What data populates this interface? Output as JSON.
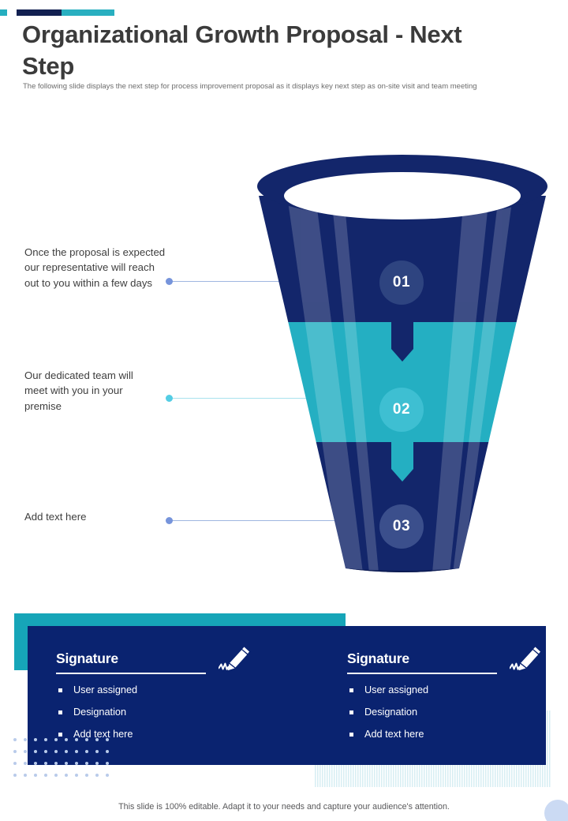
{
  "accent_colors": {
    "teal_square": "#25AEBF",
    "navy_bar": "#122051",
    "teal_bar": "#29AFC0",
    "panel_navy": "#0A2370",
    "funnel_navy": "#13266B",
    "funnel_teal": "#24AFC2",
    "dot_blue": "#7694DB",
    "dot_cyan": "#54CDE4"
  },
  "header": {
    "title": "Organizational Growth Proposal - Next Step",
    "subtitle": "The following slide displays the next step for process improvement proposal as it displays key next step as on-site visit and team meeting"
  },
  "diagram": {
    "type": "funnel",
    "orientation": "vertical-3-stage",
    "stages": [
      {
        "number": "01",
        "label": "Once the proposal is expected our representative will reach out to you within a few days",
        "color": "#13266B",
        "circle_color": "#2E4480"
      },
      {
        "number": "02",
        "label": "Our dedicated team will meet with you in your premise",
        "color": "#24AFC2",
        "circle_color": "#3EBFD2"
      },
      {
        "number": "03",
        "label": "Add text here",
        "color": "#13266B",
        "circle_color": "#3B4F8C"
      }
    ]
  },
  "signatures": [
    {
      "heading": "Signature",
      "icon": "pencil-signature-icon",
      "items": [
        "User assigned",
        "Designation",
        "Add text here"
      ]
    },
    {
      "heading": "Signature",
      "icon": "pencil-signature-icon",
      "items": [
        "User assigned",
        "Designation",
        "Add text here"
      ]
    }
  ],
  "footer": {
    "note": "This slide is 100% editable. Adapt it to your needs and capture your audience's attention."
  },
  "decor": {
    "dot_grid_rows": 4,
    "dot_grid_cols": 10
  }
}
